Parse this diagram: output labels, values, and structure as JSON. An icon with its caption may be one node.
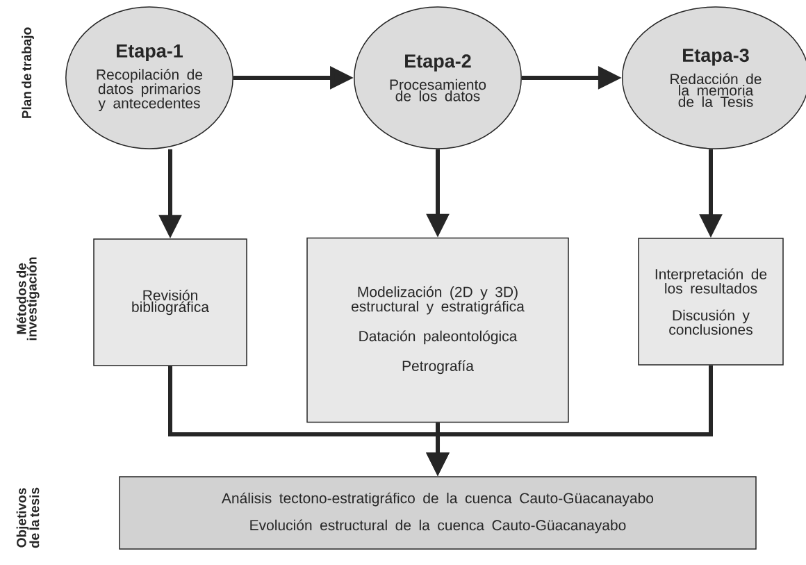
{
  "diagram": {
    "nodes": [
      {
        "text": [
          "Etapa-1",
          "Recopilación de datos primarios y antecedentes"
        ]
      },
      {
        "text": [
          "Etapa-2",
          "Procesamiento de los datos"
        ]
      },
      {
        "text": [
          "Etapa-3",
          "Redacción de la memoria de la Tesis"
        ]
      },
      {
        "text": [
          "Revisión bibliográfica"
        ]
      },
      {
        "text": [
          "Modelización (2D y 3D) estructural y estratigráfica",
          "Datación paleontológica",
          "Petrografía"
        ]
      },
      {
        "text": [
          "Interpretación de los resultados",
          "Discusión y conclusiones"
        ]
      },
      {
        "text": [
          "Análisis tectono-estratigráfico de la cuenca Cauto-Güacanayabo",
          "Evolución estructural de la cuenca Cauto-Güacanayabo"
        ]
      }
    ],
    "edges": [
      {
        "from": 0,
        "to": 1,
        "arrow": "to"
      },
      {
        "from": 1,
        "to": 2,
        "arrow": "to"
      },
      {
        "from": 0,
        "to": 3,
        "arrow": "to"
      },
      {
        "from": 1,
        "to": 4,
        "arrow": "to"
      },
      {
        "from": 2,
        "to": 5,
        "arrow": "to"
      },
      {
        "from": 3,
        "to": 6,
        "arrow": "to"
      },
      {
        "from": 4,
        "to": 6,
        "arrow": "to"
      },
      {
        "from": 5,
        "to": 6,
        "arrow": "to"
      }
    ],
    "labels": [
      "Plan de trabajo",
      "Métodos de investigación",
      "Objetivos de la tesis"
    ]
  }
}
